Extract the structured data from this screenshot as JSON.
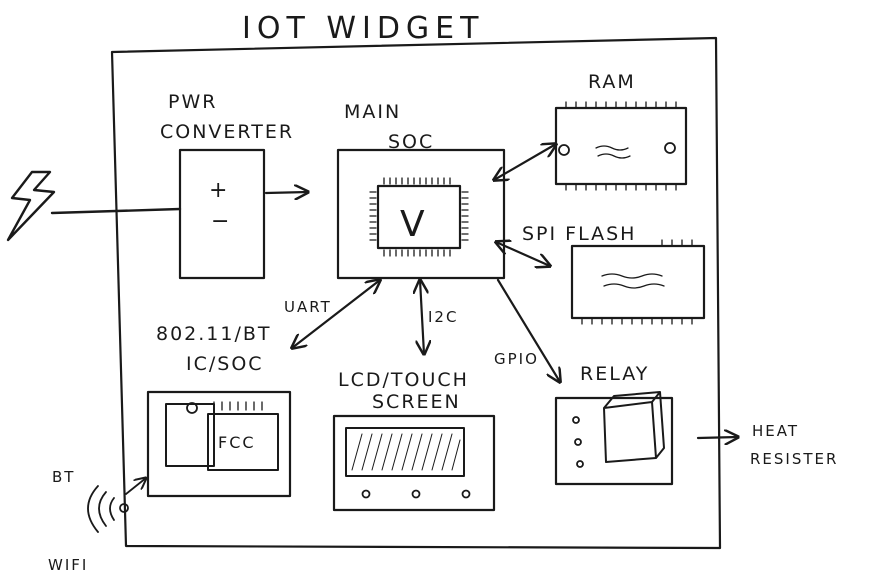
{
  "title": "IOT WIDGET",
  "components": {
    "pwr_converter": {
      "line1": "PWR",
      "line2": "CONVERTER",
      "plus": "+",
      "minus": "−"
    },
    "main_soc": {
      "line1": "MAIN",
      "line2": "SOC",
      "logo": "V"
    },
    "ram": {
      "label": "RAM"
    },
    "spi_flash": {
      "label": "SPI FLASH"
    },
    "wireless": {
      "line1": "802.11/BT",
      "line2": "IC/SOC",
      "chip": "FCC"
    },
    "lcd": {
      "line1": "LCD/TOUCH",
      "line2": "SCREEN"
    },
    "relay": {
      "label": "RELAY"
    },
    "heat_resistor": {
      "line1": "HEAT",
      "line2": "RESISTER"
    }
  },
  "bus_labels": {
    "uart": "UART",
    "i2c": "I2C",
    "gpio": "GPIO"
  },
  "radio_labels": {
    "bt": "BT",
    "wifi": "WIFI"
  },
  "icons": {
    "power_input": "lightning-bolt-icon",
    "antenna": "antenna-waves-icon"
  }
}
